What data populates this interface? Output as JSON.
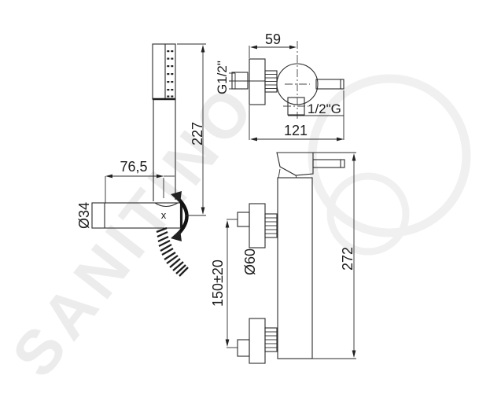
{
  "figure": {
    "type": "technical-dimension-drawing",
    "subject": "wall-mounted single-lever shower mixer with hand shower set",
    "line_color": "#2b2b2b",
    "watermark_color": "#ececec",
    "watermark_text": "SANITINO"
  },
  "hand_shower_view": {
    "height_label": "227",
    "holder_offset_label": "76,5",
    "holder_diameter_label": "Ø34",
    "pivot_mark": "x"
  },
  "top_view": {
    "depth_label": "59",
    "width_label": "121",
    "inlet_thread_label": "G1/2\"",
    "outlet_thread_label": "1/2\"G"
  },
  "front_view": {
    "height_label": "272",
    "escutcheon_diameter_label": "Ø60",
    "inlet_spacing_label": "150±20"
  }
}
